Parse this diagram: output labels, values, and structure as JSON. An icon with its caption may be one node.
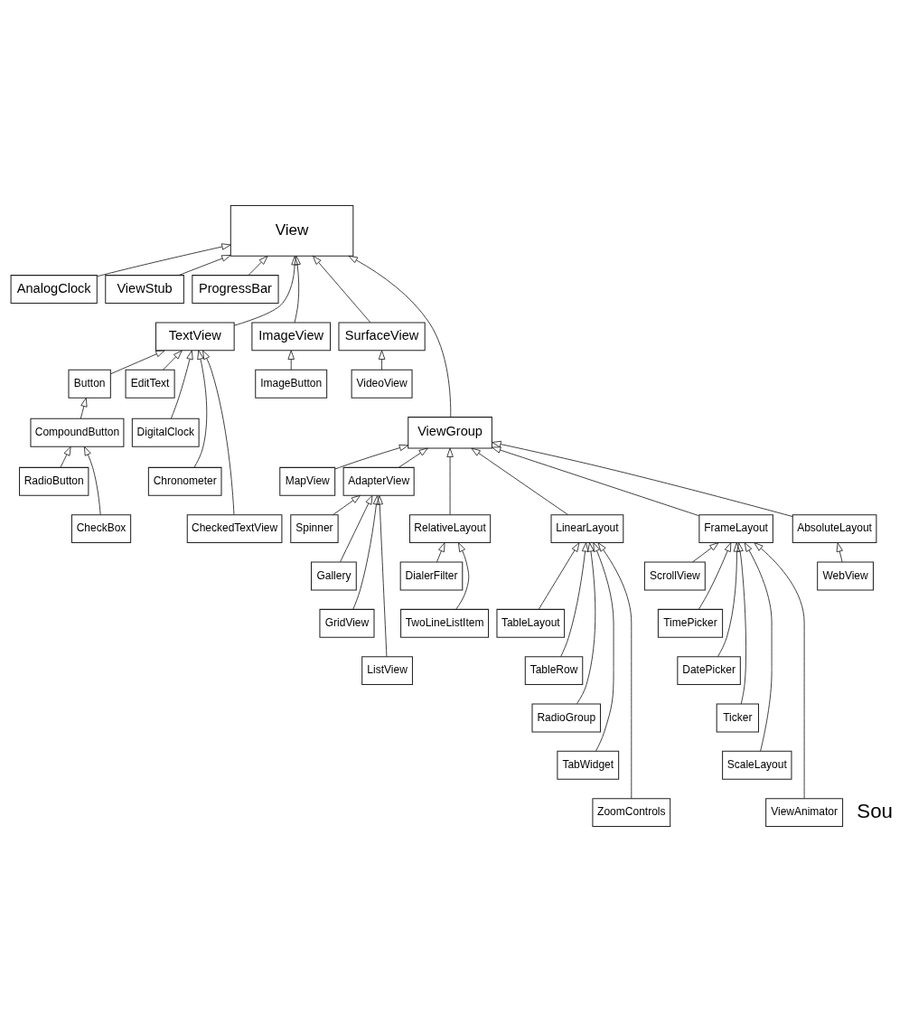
{
  "diagram": {
    "nodes": [
      {
        "text": [
          "AnalogClock"
        ]
      },
      {
        "text": [
          "View"
        ]
      },
      {
        "text": [
          "ViewStub"
        ]
      },
      {
        "text": [
          "ProgressBar"
        ]
      },
      {
        "text": [
          "TextView"
        ]
      },
      {
        "text": [
          "ImageView"
        ]
      },
      {
        "text": [
          "SurfaceView"
        ]
      },
      {
        "text": [
          "Button"
        ]
      },
      {
        "text": [
          "EditText"
        ]
      },
      {
        "text": [
          "ImageButton"
        ]
      },
      {
        "text": [
          "VideoView"
        ]
      },
      {
        "text": [
          "CompoundButton"
        ]
      },
      {
        "text": [
          "DigitalClock"
        ]
      },
      {
        "text": [
          "ViewGroup"
        ]
      },
      {
        "text": [
          "RadioButton"
        ]
      },
      {
        "text": [
          "Chronometer"
        ]
      },
      {
        "text": [
          "MapView"
        ]
      },
      {
        "text": [
          "CheckBox"
        ]
      },
      {
        "text": [
          "CheckedTextView"
        ]
      },
      {
        "text": [
          "AdapterView"
        ]
      },
      {
        "text": [
          "RelativeLayout"
        ]
      },
      {
        "text": [
          "LinearLayout"
        ]
      },
      {
        "text": [
          "FrameLayout"
        ]
      },
      {
        "text": [
          "AbsoluteLayout"
        ]
      },
      {
        "text": [
          "Spinner"
        ]
      },
      {
        "text": [
          "DialerFilter"
        ]
      },
      {
        "text": [
          "WebView"
        ]
      },
      {
        "text": [
          "Gallery"
        ]
      },
      {
        "text": [
          "TwoLineListItem"
        ]
      },
      {
        "text": [
          "GridView"
        ]
      },
      {
        "text": [
          "ScrollView"
        ]
      },
      {
        "text": [
          "ListView"
        ]
      },
      {
        "text": [
          "TableLayout"
        ]
      },
      {
        "text": [
          "TimePicker"
        ]
      },
      {
        "text": [
          "TableRow"
        ]
      },
      {
        "text": [
          "DatePicker"
        ]
      },
      {
        "text": [
          "RadioGroup"
        ]
      },
      {
        "text": [
          "Ticker"
        ]
      },
      {
        "text": [
          "TabWidget"
        ]
      },
      {
        "text": [
          "ScaleLayout"
        ]
      },
      {
        "text": [
          "ZoomControls"
        ]
      },
      {
        "text": [
          "ViewAnimator"
        ]
      }
    ],
    "edges": [
      {
        "from": 0,
        "to": 1,
        "arrow": "to"
      },
      {
        "from": 2,
        "to": 1,
        "arrow": "to"
      },
      {
        "from": 3,
        "to": 1,
        "arrow": "to"
      },
      {
        "from": 4,
        "to": 1,
        "arrow": "to"
      },
      {
        "from": 5,
        "to": 1,
        "arrow": "to"
      },
      {
        "from": 6,
        "to": 1,
        "arrow": "to"
      },
      {
        "from": 13,
        "to": 1,
        "arrow": "to"
      },
      {
        "from": 9,
        "to": 5,
        "arrow": "to"
      },
      {
        "from": 10,
        "to": 6,
        "arrow": "to"
      },
      {
        "from": 7,
        "to": 4,
        "arrow": "to"
      },
      {
        "from": 8,
        "to": 4,
        "arrow": "to"
      },
      {
        "from": 12,
        "to": 4,
        "arrow": "to"
      },
      {
        "from": 15,
        "to": 4,
        "arrow": "to"
      },
      {
        "from": 18,
        "to": 4,
        "arrow": "to"
      },
      {
        "from": 11,
        "to": 7,
        "arrow": "to"
      },
      {
        "from": 14,
        "to": 11,
        "arrow": "to"
      },
      {
        "from": 17,
        "to": 11,
        "arrow": "to"
      },
      {
        "from": 16,
        "to": 13,
        "arrow": "to"
      },
      {
        "from": 19,
        "to": 13,
        "arrow": "to"
      },
      {
        "from": 20,
        "to": 13,
        "arrow": "to"
      },
      {
        "from": 21,
        "to": 13,
        "arrow": "to"
      },
      {
        "from": 22,
        "to": 13,
        "arrow": "to"
      },
      {
        "from": 23,
        "to": 13,
        "arrow": "to"
      },
      {
        "from": 24,
        "to": 19,
        "arrow": "to"
      },
      {
        "from": 27,
        "to": 19,
        "arrow": "to"
      },
      {
        "from": 29,
        "to": 19,
        "arrow": "to"
      },
      {
        "from": 31,
        "to": 19,
        "arrow": "to"
      },
      {
        "from": 25,
        "to": 20,
        "arrow": "to"
      },
      {
        "from": 28,
        "to": 20,
        "arrow": "to"
      },
      {
        "from": 32,
        "to": 21,
        "arrow": "to"
      },
      {
        "from": 34,
        "to": 21,
        "arrow": "to"
      },
      {
        "from": 36,
        "to": 21,
        "arrow": "to"
      },
      {
        "from": 38,
        "to": 21,
        "arrow": "to"
      },
      {
        "from": 40,
        "to": 21,
        "arrow": "to"
      },
      {
        "from": 30,
        "to": 22,
        "arrow": "to"
      },
      {
        "from": 33,
        "to": 22,
        "arrow": "to"
      },
      {
        "from": 35,
        "to": 22,
        "arrow": "to"
      },
      {
        "from": 37,
        "to": 22,
        "arrow": "to"
      },
      {
        "from": 39,
        "to": 22,
        "arrow": "to"
      },
      {
        "from": 41,
        "to": 22,
        "arrow": "to"
      },
      {
        "from": 26,
        "to": 23,
        "arrow": "to"
      }
    ],
    "labels": [
      "Sou"
    ]
  }
}
